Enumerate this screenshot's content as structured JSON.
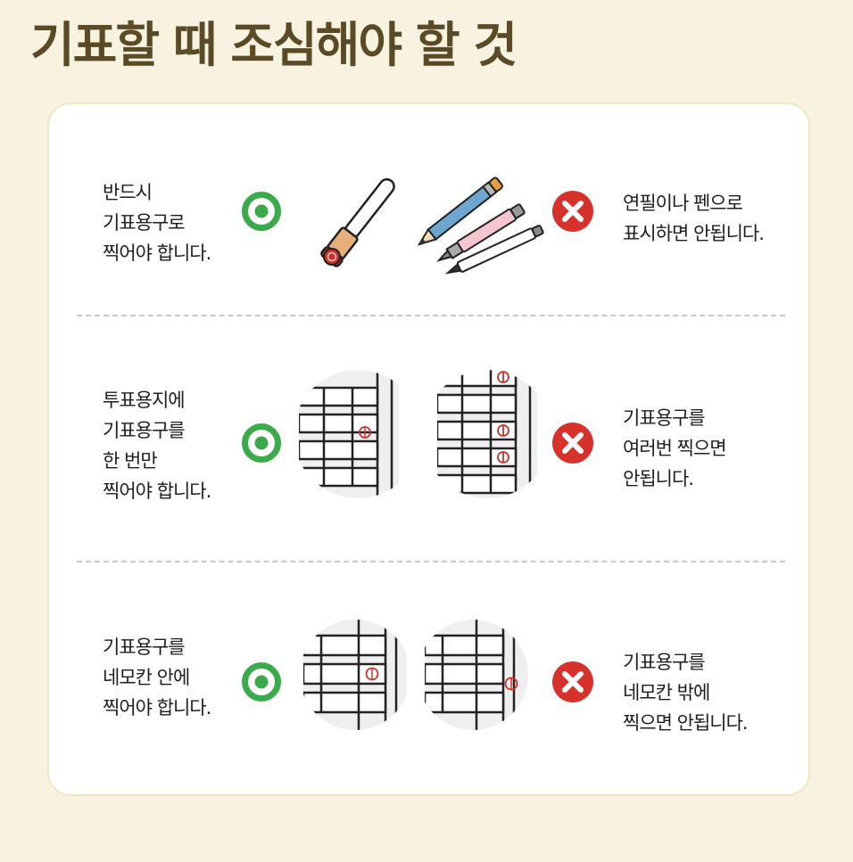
{
  "title": "기표할 때 조심해야 할 것",
  "colors": {
    "title": "#5a4a26",
    "background": "#f8f3e1",
    "correct": "#3aaa4a",
    "wrong": "#d6322b"
  },
  "rows": [
    {
      "correct_lines": [
        "반드시",
        "기표용구로",
        "찍어야 합니다."
      ],
      "wrong_lines": [
        "연필이나 펜으로",
        "표시하면 안됩니다."
      ],
      "correct_icon": "circle-check-icon",
      "wrong_icon": "x-icon"
    },
    {
      "correct_lines": [
        "투표용지에",
        "기표용구를",
        "한 번만",
        "찍어야 합니다."
      ],
      "wrong_lines": [
        "기표용구를",
        "여러번 찍으면",
        "안됩니다."
      ],
      "correct_icon": "circle-check-icon",
      "wrong_icon": "x-icon"
    },
    {
      "correct_lines": [
        "기표용구를",
        "네모칸 안에",
        "찍어야 합니다."
      ],
      "wrong_lines": [
        "기표용구를",
        "네모칸 밖에",
        "찍으면 안됩니다."
      ],
      "correct_icon": "circle-check-icon",
      "wrong_icon": "x-icon"
    }
  ]
}
